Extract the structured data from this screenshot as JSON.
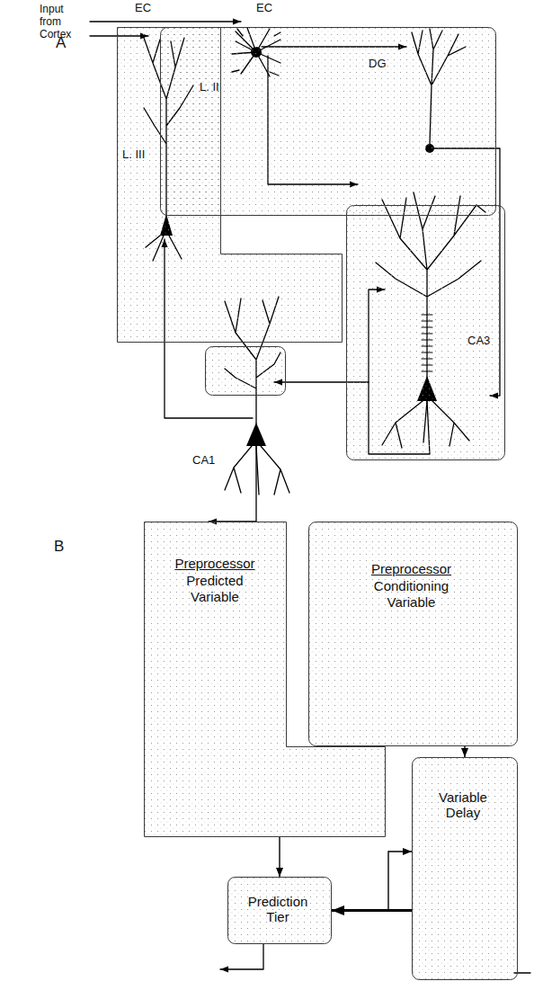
{
  "diagram": {
    "nodes": [
      {
        "text": [
          "EC",
          "L. III"
        ]
      },
      {
        "text": [
          "EC",
          "L. II",
          "DG"
        ]
      },
      {
        "text": [
          "CA3"
        ]
      },
      {
        "text": [
          "CA1"
        ]
      },
      {
        "text": [
          "Preprocessor",
          "Predicted Variable"
        ]
      },
      {
        "text": [
          "Preprocessor",
          "Conditioning Variable"
        ]
      },
      {
        "text": [
          "Variable Delay"
        ]
      },
      {
        "text": [
          "Prediction Tier"
        ]
      }
    ],
    "edges": [
      {
        "from": 4,
        "to": 7,
        "arrow": "to"
      },
      {
        "from": 5,
        "to": 6,
        "arrow": "to"
      },
      {
        "from": 6,
        "to": 7,
        "arrow": "to"
      },
      {
        "from": 6,
        "to": 6,
        "arrow": "to"
      }
    ],
    "labels": [
      "A",
      "Input from Cortex",
      "B"
    ]
  }
}
